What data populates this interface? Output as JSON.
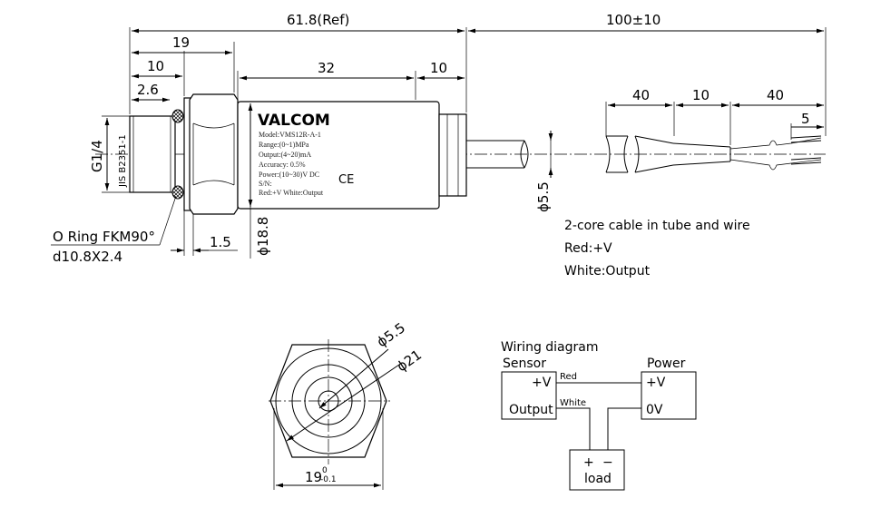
{
  "dimensions": {
    "overall_ref": "61.8(Ref)",
    "cable_length": "100±10",
    "d19": "19",
    "d10a": "10",
    "d2_6": "2.6",
    "d32": "32",
    "d10b": "10",
    "d40a": "40",
    "d10c": "10",
    "d40b": "40",
    "d5": "5",
    "d1_5": "1.5",
    "dia18_8": "ϕ18.8",
    "dia5_5_side": "ϕ5.5",
    "thread": "G1/4",
    "thread_std": "JIS B2351-1",
    "dia5_5_end": "ϕ5.5",
    "dia21": "ϕ21",
    "hex_base": "19",
    "hex_tol_upper": "0",
    "hex_tol_lower": "-0.1"
  },
  "oring": {
    "line1": "O Ring FKM90°",
    "line2": "d10.8X2.4"
  },
  "cable_note": {
    "line1": "2-core cable in tube and wire",
    "line2": "Red:+V",
    "line3": "White:Output"
  },
  "label": {
    "brand": "VALCOM",
    "model": "Model:VMS12R-A-1",
    "range": "Range:(0~1)MPa",
    "output": "Output:(4~20)mA",
    "accuracy": "Accuracy: 0.5%",
    "power": "Power:(10~30)V DC",
    "sn": "S/N:",
    "wires": "Red:+V    White:Output",
    "ce": "CE"
  },
  "wiring": {
    "title": "Wiring diagram",
    "sensor": "Sensor",
    "power": "Power",
    "sensor_plus": "+V",
    "sensor_output": "Output",
    "power_plus": "+V",
    "power_zero": "0V",
    "red": "Red",
    "white": "White",
    "load_plus": "+",
    "load_minus": "−",
    "load": "load"
  }
}
